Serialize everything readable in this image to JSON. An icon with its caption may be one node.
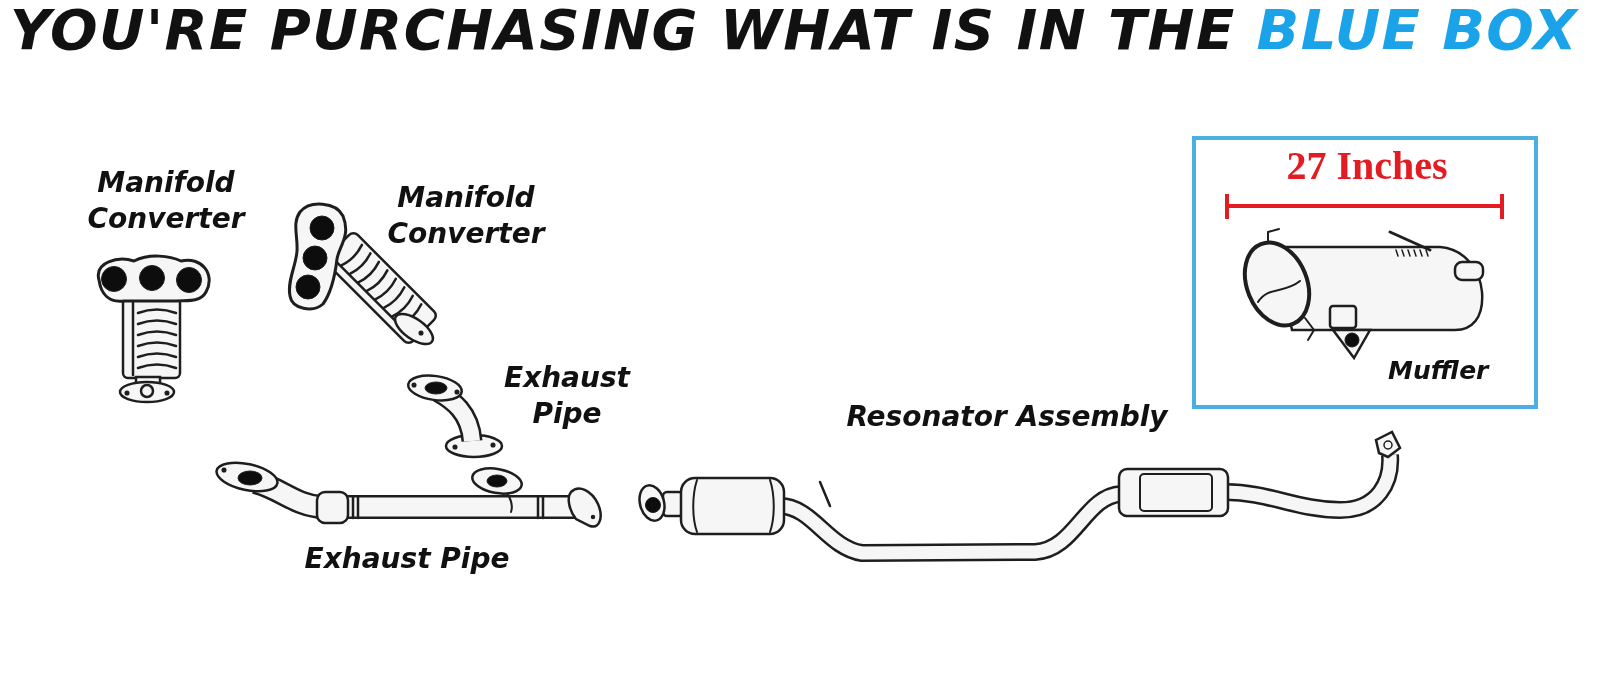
{
  "diagram": {
    "title": "YOU'RE PURCHASING WHAT IS IN THE **BLUE BOX**",
    "nodes": [
      {
        "text": [
          "27 Inches",
          "Muffler"
        ]
      }
    ],
    "labels": [
      "Manifold Converter",
      "Manifold Converter",
      "Exhaust Pipe",
      "Resonator Assembly",
      "Exhaust Pipe"
    ]
  }
}
